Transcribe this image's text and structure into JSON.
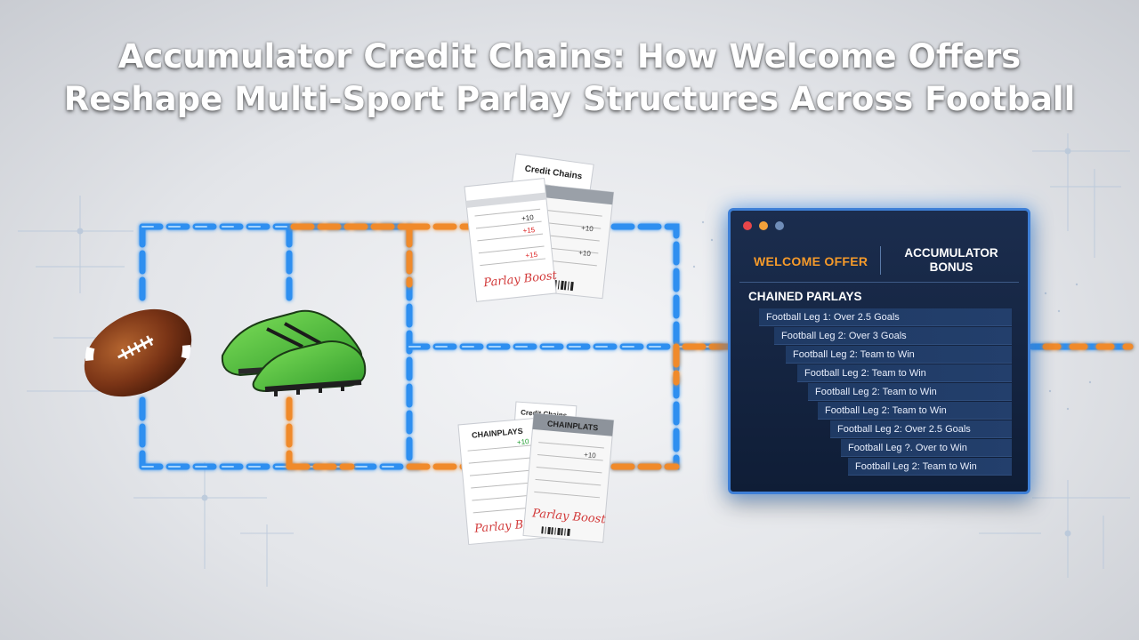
{
  "title": {
    "line1": "Accumulator Credit Chains: How Welcome Offers",
    "line2": "Reshape Multi-Sport Parlay Structures Across Football"
  },
  "panel": {
    "window_dots": [
      "#e8464a",
      "#f2a13a",
      "#6f8db8"
    ],
    "offer_label": "WELCOME OFFER",
    "bonus_label": "ACCUMULATOR BONUS",
    "section_label": "CHAINED PARLAYS",
    "legs": [
      "Football Leg 1: Over 2.5 Goals",
      "Football Leg 2: Over 3 Goals",
      "Football Leg 2: Team to Win",
      "Football Leg 2: Team to Win",
      "Football Leg 2: Team to Win",
      "Football Leg 2: Team to Win",
      "Football Leg 2: Over 2.5 Goals",
      "Football Leg ?. Over to Win",
      "Football Leg 2: Team to Win"
    ]
  },
  "slips": {
    "top_back_title": "Credit Chains",
    "bottom_left_title": "CHAINPLAYS",
    "bottom_back_title": "Credit Chains",
    "bottom_right_title": "CHAINPLATS",
    "signature": "Parlay Boost",
    "odds": [
      "+10",
      "+15",
      "+10",
      "+10",
      "+10",
      "+10",
      "+15"
    ]
  },
  "icons": [
    "american-football-icon",
    "football-boots-icon",
    "chain-icon",
    "bet-slip-icon"
  ],
  "colors": {
    "chain_blue": "#2f8ff0",
    "chain_orange": "#f08a2a",
    "panel_bg": "#13254a",
    "panel_border": "#3e7fd6",
    "offer_orange": "#f59a2a"
  }
}
